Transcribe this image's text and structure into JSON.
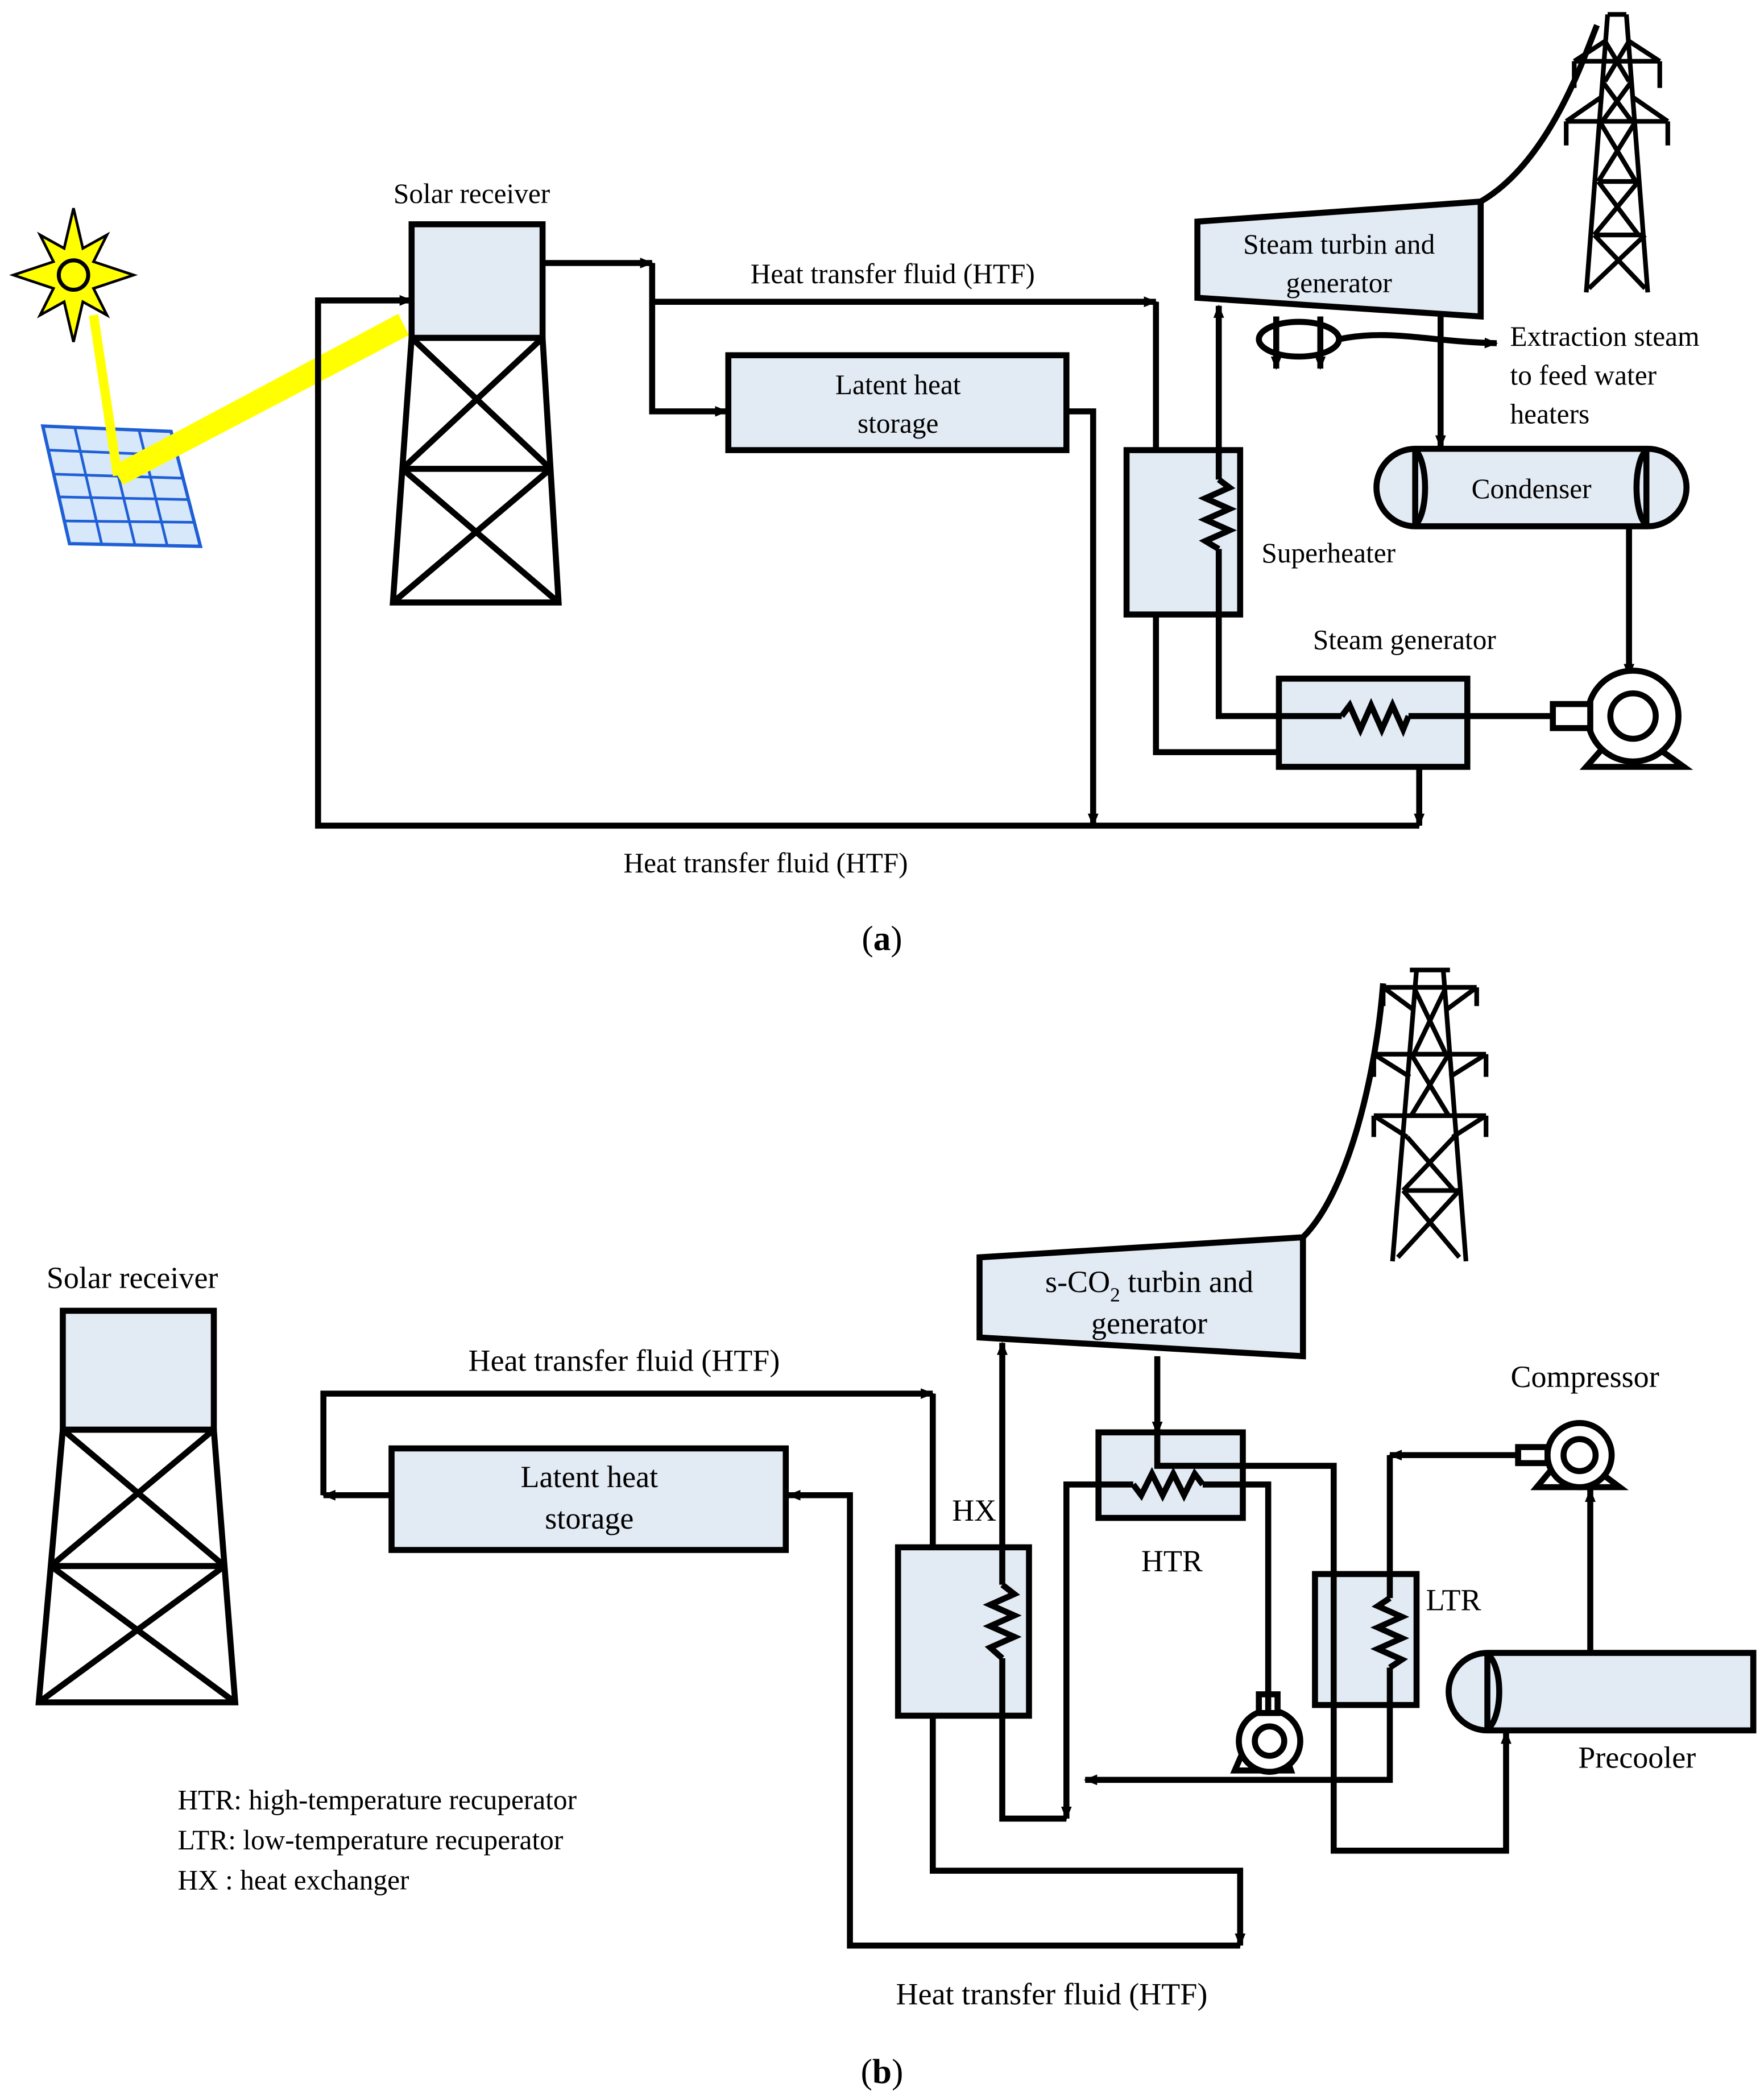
{
  "panel_a": {
    "caption": "a",
    "solar_receiver": "Solar receiver",
    "htf_top": "Heat transfer fluid (HTF)",
    "htf_bottom": "Heat transfer fluid (HTF)",
    "latent_storage_l1": "Latent heat",
    "latent_storage_l2": "storage",
    "turbine_l1": "Steam turbin and",
    "turbine_l2": "generator",
    "extraction_l1": "Extraction steam",
    "extraction_l2": "to feed water",
    "extraction_l3": "heaters",
    "condenser": "Condenser",
    "superheater": "Superheater",
    "steam_generator": "Steam generator"
  },
  "panel_b": {
    "caption": "b",
    "solar_receiver": "Solar receiver",
    "htf_top": "Heat transfer fluid (HTF)",
    "htf_bottom": "Heat transfer fluid (HTF)",
    "latent_storage_l1": "Latent heat",
    "latent_storage_l2": "storage",
    "turbine_pre": "s-CO",
    "turbine_sub": "2",
    "turbine_post": " turbin and",
    "turbine_l2": "generator",
    "compressor": "Compressor",
    "hx": "HX",
    "htr": "HTR",
    "ltr": "LTR",
    "precooler": "Precooler",
    "legend_1": "HTR: high-temperature recuperator",
    "legend_2": "LTR: low-temperature recuperator",
    "legend_3": "HX  : heat exchanger"
  },
  "colors": {
    "component_fill": "#e2eaf4",
    "sun_fill": "#ffff00",
    "beam": "#ffff00",
    "panel_grid": "#1f5fd6",
    "panel_fill": "#d8e8fb"
  }
}
